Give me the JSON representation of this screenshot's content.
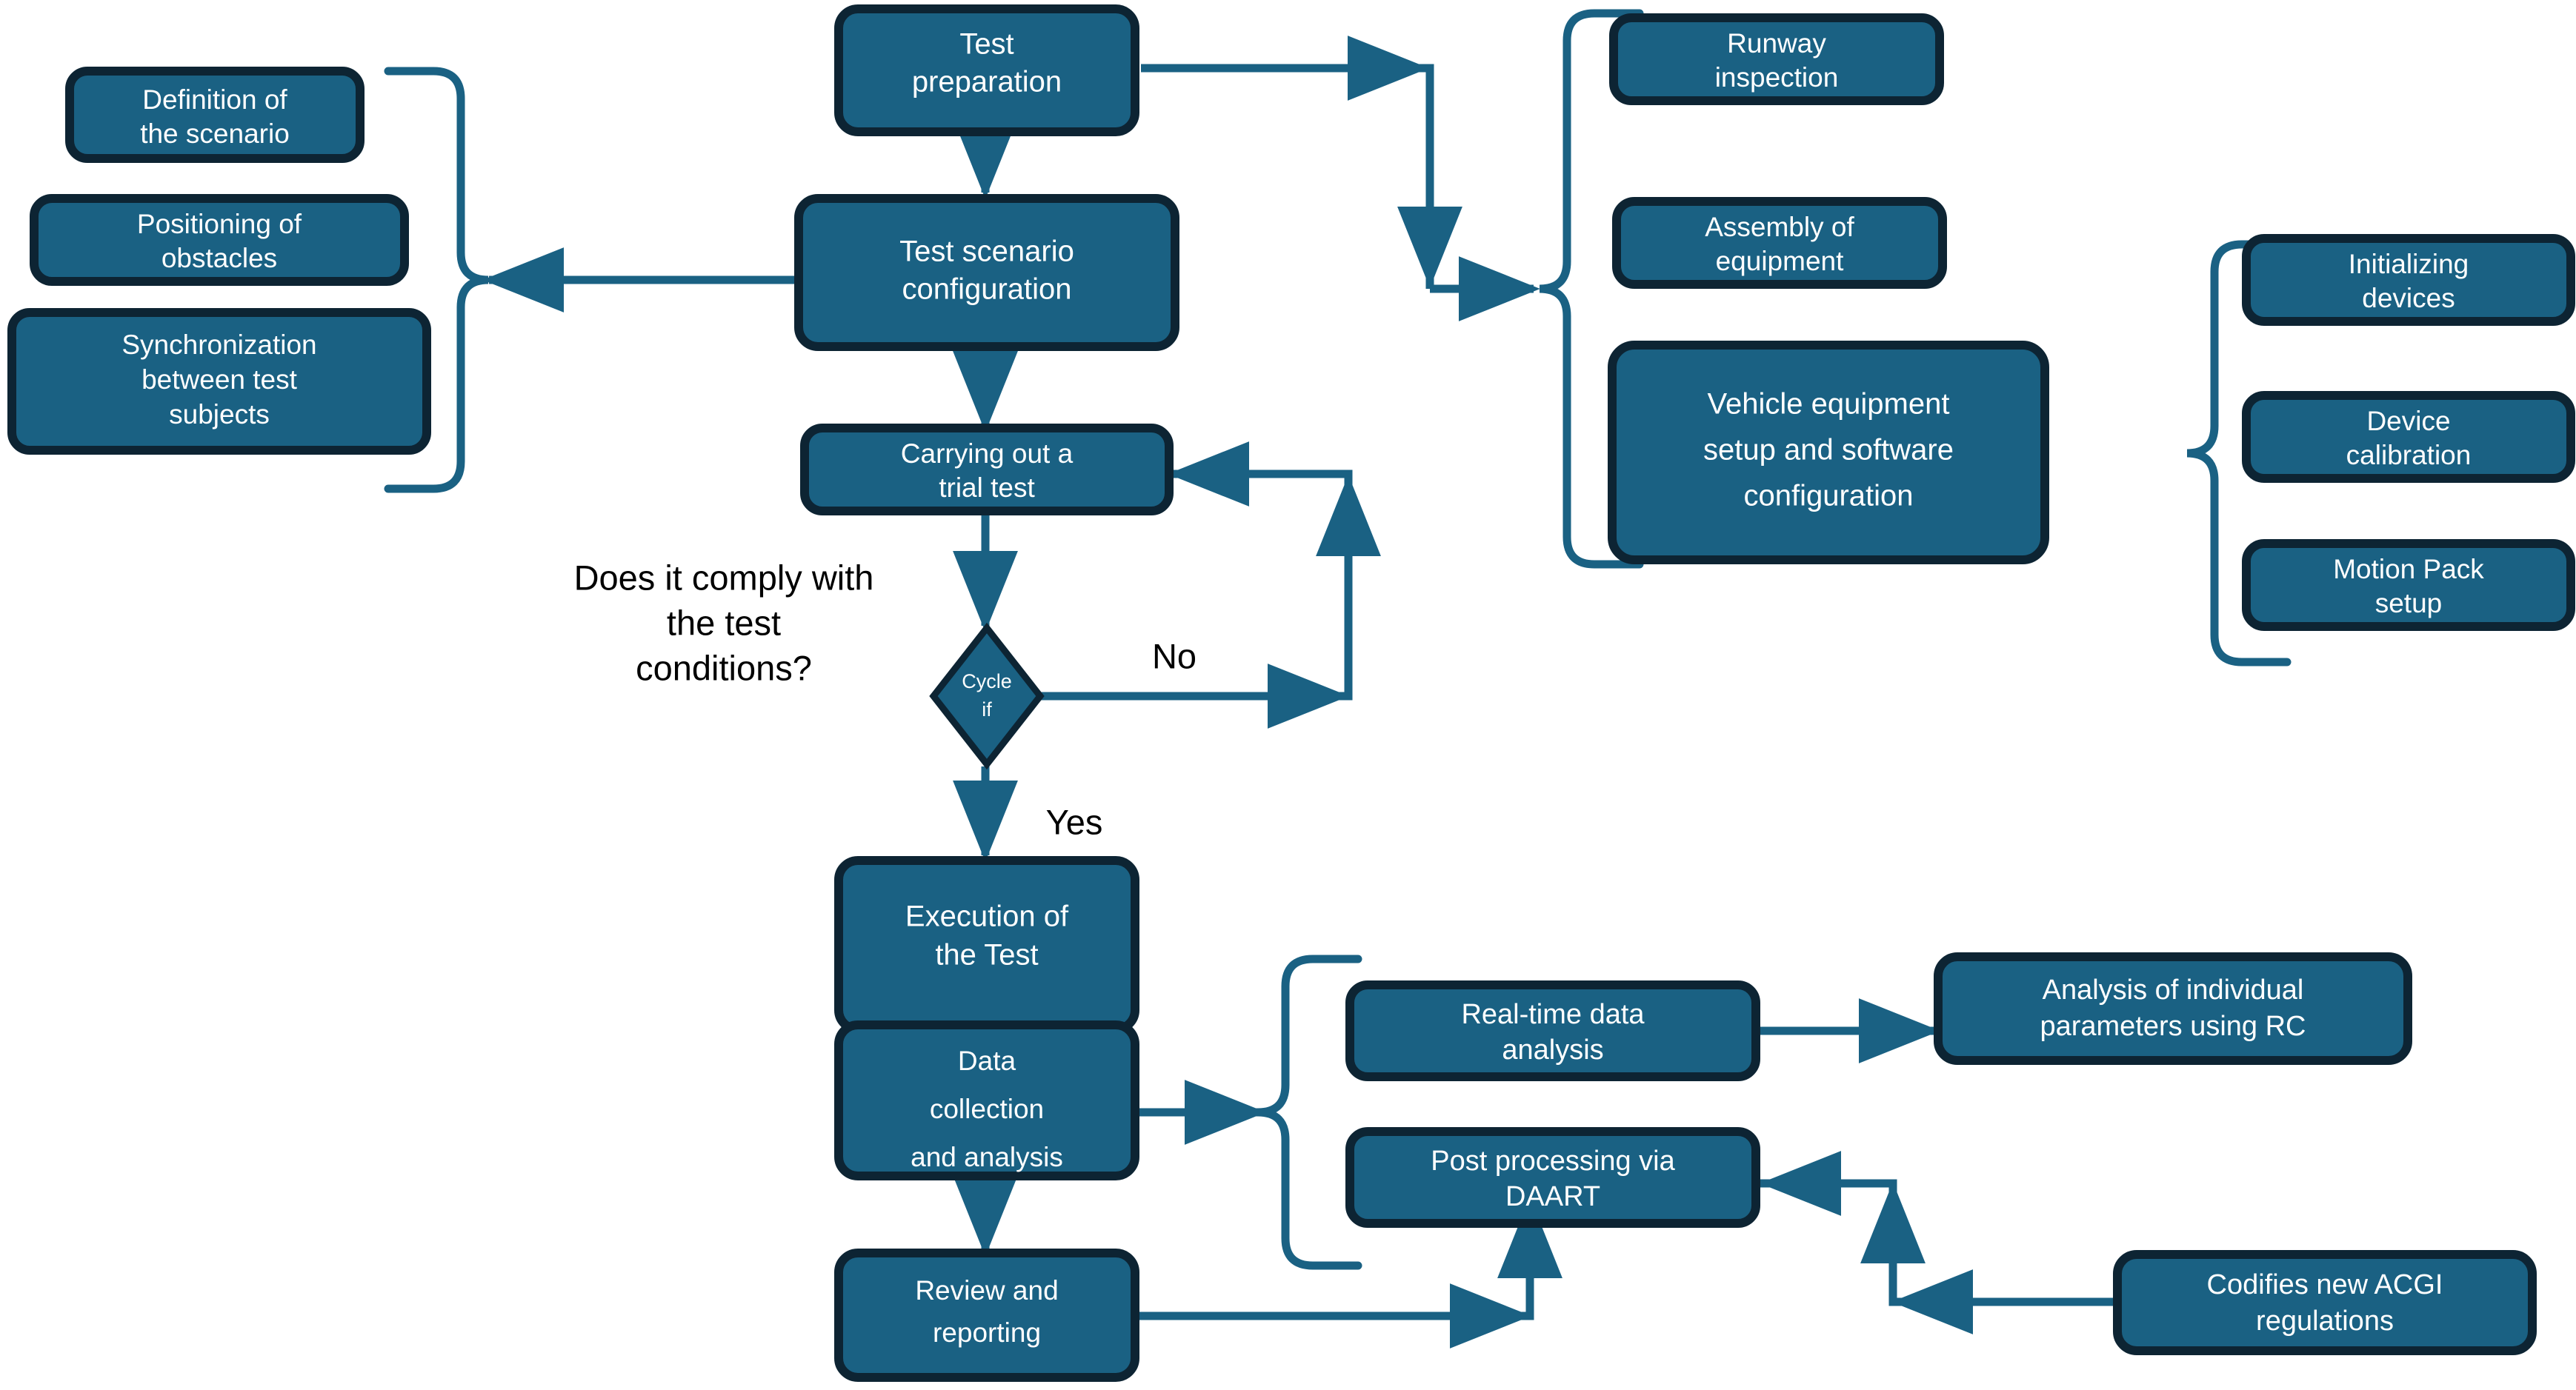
{
  "diagram": {
    "title": "Vehicle test procedure flowchart",
    "colors": {
      "node_fill": "#1A6183",
      "node_border": "#0D2433",
      "connector": "#1A6183",
      "node_text": "#FFFFFF",
      "annotation_text": "#000000",
      "background": "#FFFFFF"
    },
    "nodes": {
      "test_preparation": "Test preparation",
      "test_scenario_configuration": "Test scenario configuration",
      "carrying_out_trial_test": "Carrying out a trial test",
      "decision": "Cycle if",
      "execution_of_test": "Execution of the Test",
      "data_collection_and_analysis": "Data collection and analysis",
      "review_and_reporting": "Review and reporting",
      "definition_of_scenario": "Definition of the scenario",
      "positioning_of_obstacles": "Positioning of obstacles",
      "synchronization_between_test_subjects": "Synchronization between test subjects",
      "runway_inspection": "Runway inspection",
      "assembly_of_equipment": "Assembly of equipment",
      "vehicle_equipment_setup": "Vehicle equipment setup and software configuration",
      "initializing_devices": "Initializing devices",
      "device_calibration": "Device calibration",
      "motion_pack_setup": "Motion Pack setup",
      "real_time_data_analysis": "Real-time data analysis",
      "analysis_individual_parameters": "Analysis of individual parameters using RC",
      "post_processing_daart": "Post processing via DAART",
      "codifies_acgi_regulations": "Codifies new ACGI regulations"
    },
    "node_lines": {
      "test_preparation": [
        "Test",
        "preparation"
      ],
      "test_scenario_configuration": [
        "Test scenario",
        "configuration"
      ],
      "carrying_out_trial_test": [
        "Carrying out a",
        "trial test"
      ],
      "decision": [
        "Cycle",
        "if"
      ],
      "execution_of_test": [
        "Execution of",
        "the Test"
      ],
      "data_collection_and_analysis": [
        "Data",
        "collection",
        "and analysis"
      ],
      "review_and_reporting": [
        "Review and",
        "reporting"
      ],
      "definition_of_scenario": [
        "Definition of",
        "the scenario"
      ],
      "positioning_of_obstacles": [
        "Positioning of",
        "obstacles"
      ],
      "synchronization_between_test_subjects": [
        "Synchronization",
        "between test",
        "subjects"
      ],
      "runway_inspection": [
        "Runway",
        "inspection"
      ],
      "assembly_of_equipment": [
        "Assembly of",
        "equipment"
      ],
      "vehicle_equipment_setup": [
        "Vehicle equipment",
        "setup and software",
        "configuration"
      ],
      "initializing_devices": [
        "Initializing",
        "devices"
      ],
      "device_calibration": [
        "Device",
        "calibration"
      ],
      "motion_pack_setup": [
        "Motion Pack",
        "setup"
      ],
      "real_time_data_analysis": [
        "Real-time data",
        "analysis"
      ],
      "analysis_individual_parameters": [
        "Analysis of individual",
        "parameters using RC"
      ],
      "post_processing_daart": [
        "Post processing via",
        "DAART"
      ],
      "codifies_acgi_regulations": [
        "Codifies new ACGI",
        "regulations"
      ]
    },
    "edge_labels": {
      "no": "No",
      "yes": "Yes"
    },
    "annotations": {
      "decision_question_lines": [
        "Does it comply with",
        "the test",
        "conditions?"
      ],
      "decision_question": "Does it comply with the test conditions?"
    }
  }
}
